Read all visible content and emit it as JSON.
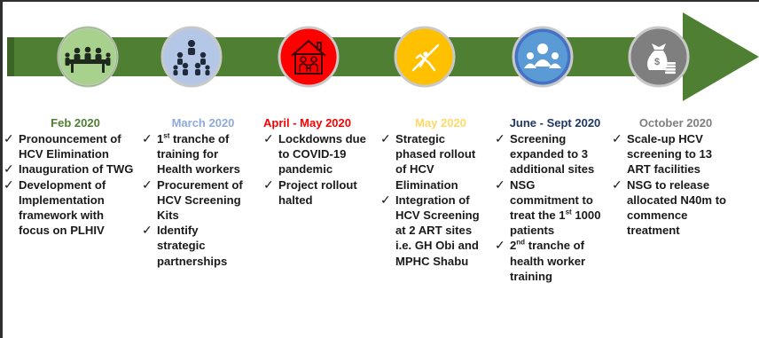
{
  "colors": {
    "arrow": "#4f7f33",
    "title_green": "#4f7f33",
    "title_blue": "#8faadc",
    "title_red": "#ff0000",
    "title_yellow": "#ffd966",
    "title_navy": "#1f3864",
    "title_gray": "#7f7f7f",
    "node_green": "#a9d18e",
    "node_blue": "#b4c7e7",
    "node_red": "#ff0000",
    "node_yellow": "#ffc000",
    "node_lightblue": "#5b9bd5",
    "node_gray": "#7f7f7f"
  },
  "milestones": [
    {
      "title": "Feb 2020",
      "icon": "meeting-table-icon",
      "items": [
        [
          "Pronouncement of HCV Elimination"
        ],
        [
          "Inauguration of TWG"
        ],
        [
          "Development of Implementation framework with focus on PLHIV"
        ]
      ]
    },
    {
      "title": "March 2020",
      "icon": "training-group-icon",
      "items": [
        [
          "1",
          "st",
          " tranche of training for Health workers"
        ],
        [
          "Procurement of HCV Screening Kits"
        ],
        [
          "Identify strategic partnerships"
        ]
      ]
    },
    {
      "title": "April - May 2020",
      "icon": "stay-home-icon",
      "items": [
        [
          "Lockdowns due to COVID-19 pandemic"
        ],
        [
          "Project rollout halted"
        ]
      ]
    },
    {
      "title": "May 2020",
      "icon": "javelin-thrower-icon",
      "items": [
        [
          "Strategic phased rollout of HCV Elimination"
        ],
        [
          "Integration of HCV Screening at 2 ART sites i.e. GH Obi and MPHC Shabu"
        ]
      ]
    },
    {
      "title": "June - Sept 2020",
      "icon": "people-audience-icon",
      "items": [
        [
          "Screening expanded to 3 additional sites"
        ],
        [
          "NSG commitment to treat the 1",
          "st",
          " 1000 patients"
        ],
        [
          "2",
          "nd",
          " tranche of health worker training"
        ]
      ]
    },
    {
      "title": "October 2020",
      "icon": "money-bag-icon",
      "items": [
        [
          "Scale-up HCV screening to 13 ART facilities"
        ],
        [
          "NSG to release allocated N40m to commence treatment"
        ]
      ]
    }
  ],
  "tick_glyph": "✓"
}
